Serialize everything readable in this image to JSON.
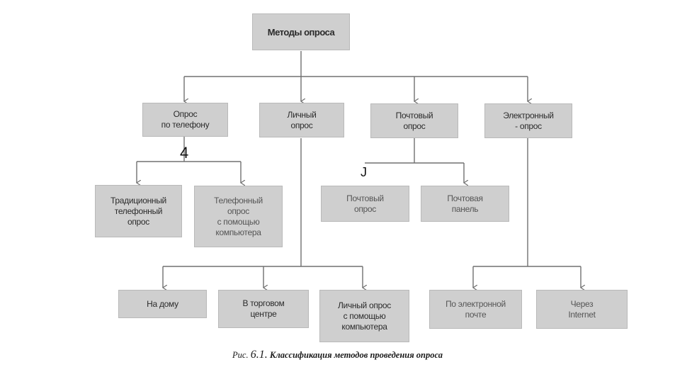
{
  "nodes": {
    "root": "Методы опроса",
    "phone": "Опрос\nпо телефону",
    "personal": "Личный\nопрос",
    "mail": "Почтовый\nопрос",
    "electronic": "Электронный\n- опрос",
    "traditional_phone": "Традиционный\nтелефонный\nопрос",
    "computer_phone": "Телефонный\nопрос\nс помощью\nкомпьютера",
    "postal_survey": "Почтовый\nопрос",
    "postal_panel": "Почтовая\nпанель",
    "at_home": "На дому",
    "mall": "В торговом\nцентре",
    "computer_personal": "Личный опрос\nс помощью\nкомпьютера",
    "email": "По электронной\nпочте",
    "internet": "Через\nInternet"
  },
  "stray_marks": {
    "phone_mark": "4",
    "mail_mark": "J"
  },
  "caption": {
    "prefix": "Рис.",
    "number": "6.1.",
    "text": "Классификация методов проведения опроса"
  },
  "colors": {
    "box_fill": "#cfcfcf",
    "line": "#707070"
  }
}
